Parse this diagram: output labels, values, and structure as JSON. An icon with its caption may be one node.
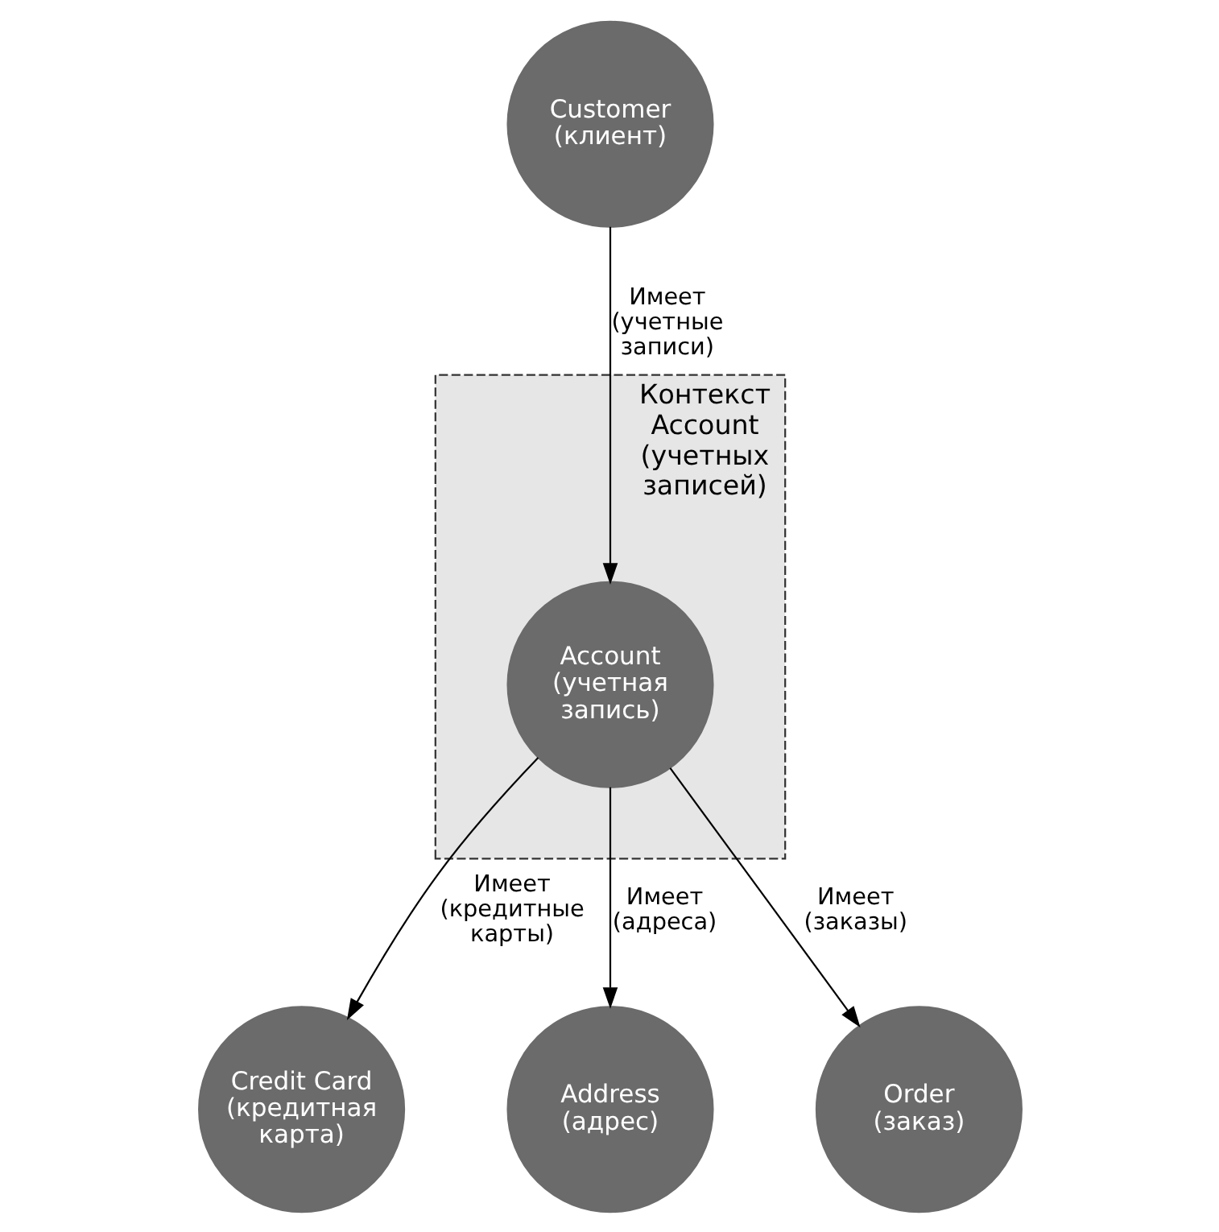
{
  "diagram": {
    "nodes": [
      {
        "text": [
          "Customer (клиент)"
        ]
      },
      {
        "text": [
          "Контекст Account (учетных записей)"
        ]
      },
      {
        "text": [
          "Credit Card (кредитная карта)"
        ]
      },
      {
        "text": [
          "Account (учетная запись)"
        ],
        "in": 1
      },
      {
        "text": [
          "Address (адрес)"
        ]
      },
      {
        "text": [
          "Order (заказ)"
        ]
      }
    ],
    "edges": [
      {
        "from": 0,
        "to": 3,
        "arrow": "to",
        "label": "Имеет (учетные записи)"
      },
      {
        "from": 3,
        "to": 2,
        "arrow": "to",
        "label": "Имеет (кредитные карты)"
      },
      {
        "from": 3,
        "to": 4,
        "arrow": "to",
        "label": "Имеет (адреса)"
      },
      {
        "from": 3,
        "to": 5,
        "arrow": "to",
        "label": "Имеет (заказы)"
      }
    ]
  }
}
